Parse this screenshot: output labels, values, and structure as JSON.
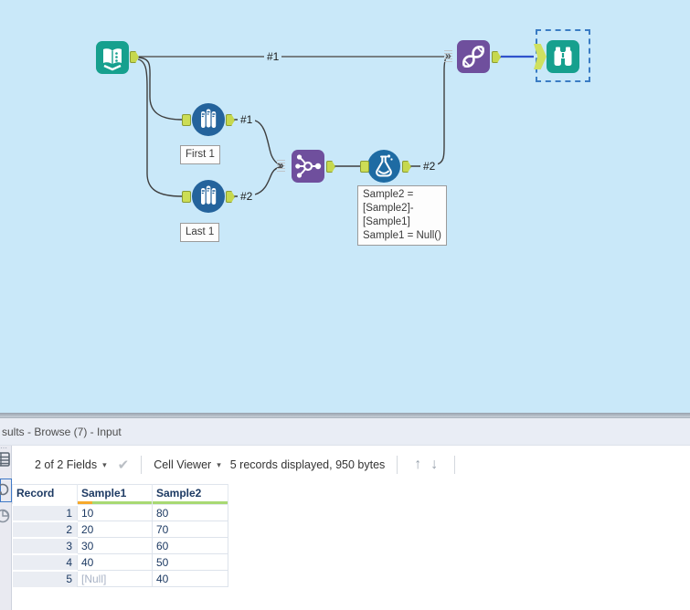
{
  "canvas": {
    "labels": {
      "conn_input_union": "#1",
      "conn_sample1_out": "#1",
      "conn_sample2_out": "#2",
      "conn_formula_out": "#2"
    },
    "annotations": {
      "sample_first": "First 1",
      "sample_last": "Last 1",
      "formula_lines": [
        "Sample2 =",
        "[Sample2]-",
        "[Sample1]",
        "Sample1 = Null()"
      ]
    },
    "colors": {
      "canvas_bg": "#c9e8f9",
      "tool_teal": "#16a08e",
      "tool_blue": "#24639c",
      "tool_purple": "#6f4f9d",
      "anchor_green": "#ccdd55",
      "selected_connection_blue": "#2f52cc",
      "selection_dash_blue": "#3a7cc4"
    }
  },
  "results_panel": {
    "title": "sults - Browse (7) - Input",
    "toolbar": {
      "fields_dropdown": "2 of 2 Fields",
      "cell_viewer_dropdown": "Cell Viewer",
      "records_info": "5 records displayed, 950 bytes"
    },
    "table": {
      "columns": [
        "Record",
        "Sample1",
        "Sample2"
      ],
      "rows": [
        [
          "1",
          "10",
          "80"
        ],
        [
          "2",
          "20",
          "70"
        ],
        [
          "3",
          "30",
          "60"
        ],
        [
          "4",
          "40",
          "50"
        ],
        [
          "5",
          "[Null]",
          "40"
        ]
      ],
      "quality": {
        "sample1_orange_pct": 20,
        "bar_green": "#a8d973",
        "bar_orange": "#f6a92c"
      }
    }
  },
  "icons": {
    "caret": "▾",
    "check": "✔",
    "arrow_up": "↑",
    "arrow_down": "↓",
    "multi_input": "»",
    "strip_dots": "⋯"
  }
}
